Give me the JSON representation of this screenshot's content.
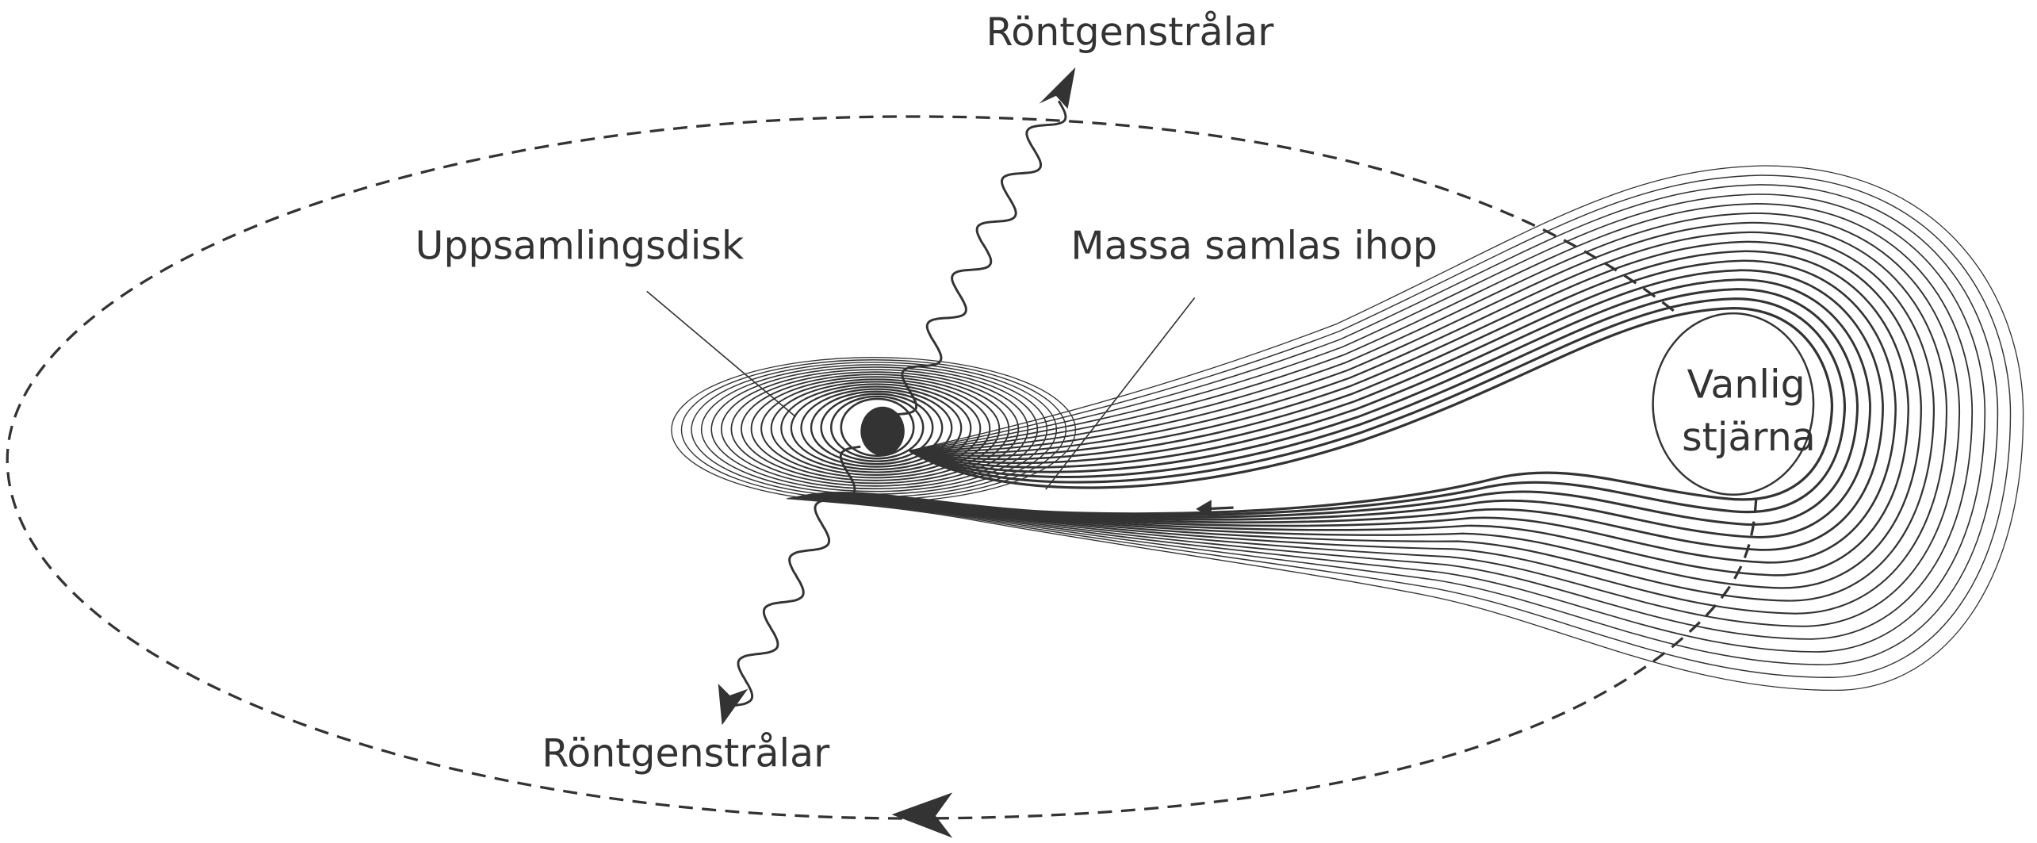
{
  "labels": {
    "xray_top": "Röntgenstrålar",
    "xray_bottom": "Röntgenstrålar",
    "disk": "Uppsamlingsdisk",
    "mass": "Massa samlas ihop",
    "star_line1": "Vanlig",
    "star_line2": "stjärna"
  },
  "colors": {
    "ink": "#333333",
    "background": "#ffffff"
  }
}
